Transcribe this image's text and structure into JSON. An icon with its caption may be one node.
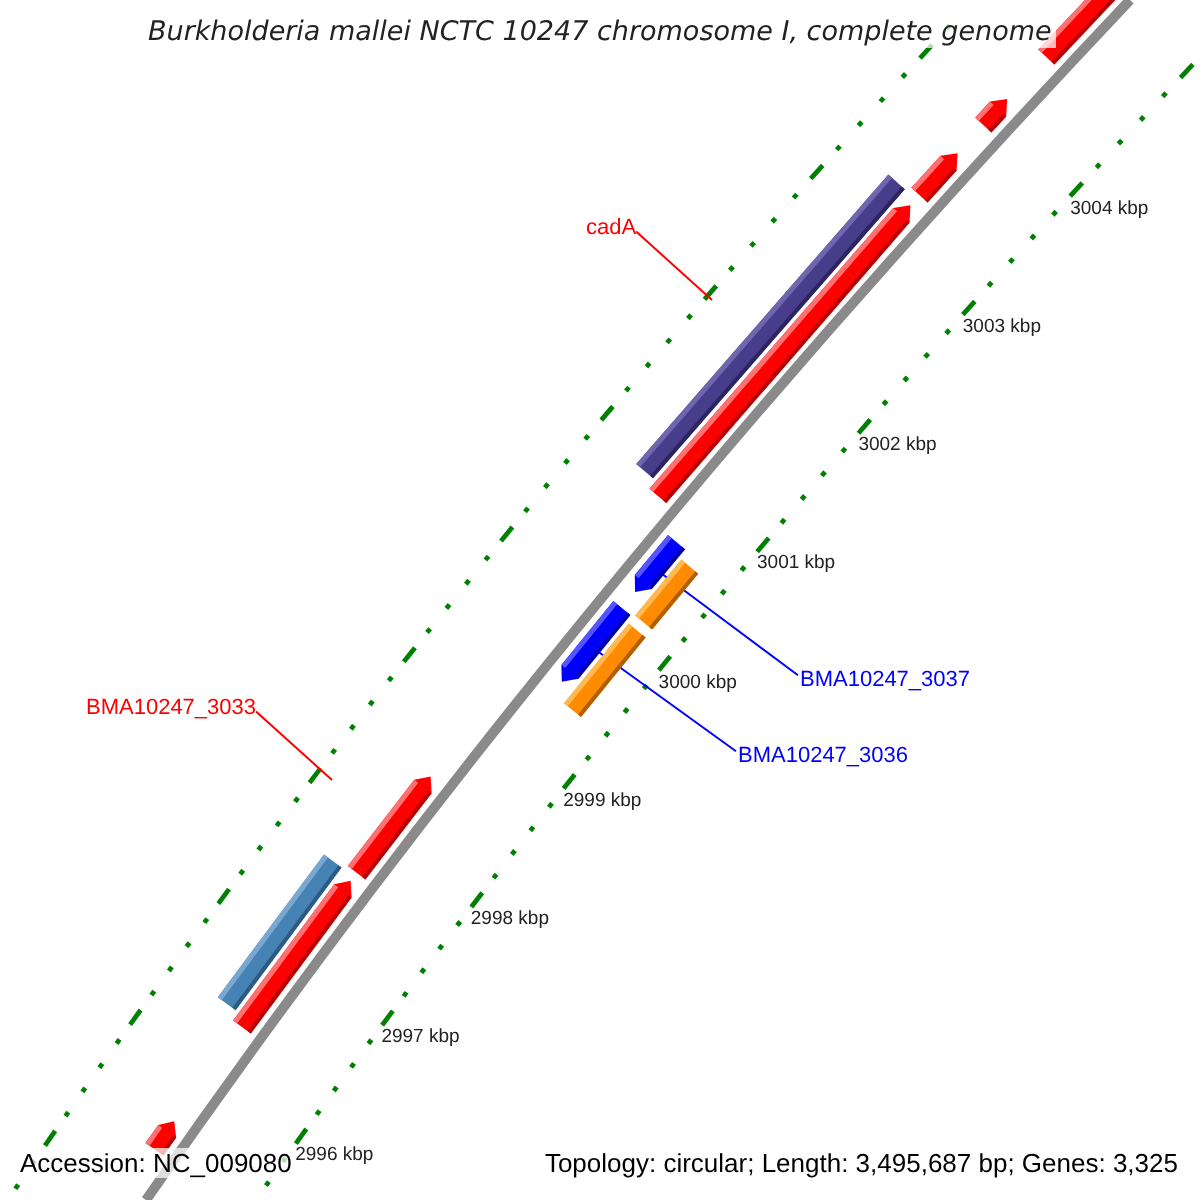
{
  "diagram": {
    "title": "Burkholderia mallei NCTC 10247 chromosome I, complete genome",
    "nodes": [
      {
        "text": [],
        "shape": "bar"
      },
      {
        "text": [],
        "shape": "bar"
      },
      {
        "text": [],
        "shape": "bar"
      },
      {
        "text": [
          "cadA"
        ]
      },
      {
        "text": [],
        "shape": "bar"
      },
      {
        "text": [],
        "shape": "bar"
      },
      {
        "text": [],
        "shape": "bar"
      },
      {
        "text": [],
        "shape": "bar"
      },
      {
        "text": [
          "BMA10247_3037"
        ]
      },
      {
        "text": [],
        "shape": "bar"
      },
      {
        "text": [],
        "shape": "bar"
      },
      {
        "text": [
          "BMA10247_3036"
        ]
      },
      {
        "text": [
          "BMA10247_3033"
        ]
      },
      {
        "text": [],
        "shape": "bar"
      },
      {
        "text": [],
        "shape": "bar"
      },
      {
        "text": [],
        "shape": "bar"
      },
      {
        "text": [],
        "shape": "bar"
      }
    ],
    "edges": [
      {
        "from": 3,
        "to": 5,
        "arrow": "none",
        "color": "#ff0000"
      },
      {
        "from": 8,
        "to": 6,
        "arrow": "none",
        "color": "#0000ff"
      },
      {
        "from": 11,
        "to": 9,
        "arrow": "none",
        "color": "#0000ff"
      },
      {
        "from": 12,
        "to": 13,
        "arrow": "none",
        "color": "#ff0000"
      }
    ],
    "labels": [
      "3004 kbp",
      "3003 kbp",
      "3002 kbp",
      "3001 kbp",
      "3000 kbp",
      "2999 kbp",
      "2998 kbp",
      "2997 kbp",
      "Accession: NC_009080",
      "2996 kbp",
      "Topology: circular; Length: 3,495,687 bp; Genes: 3,325"
    ]
  }
}
